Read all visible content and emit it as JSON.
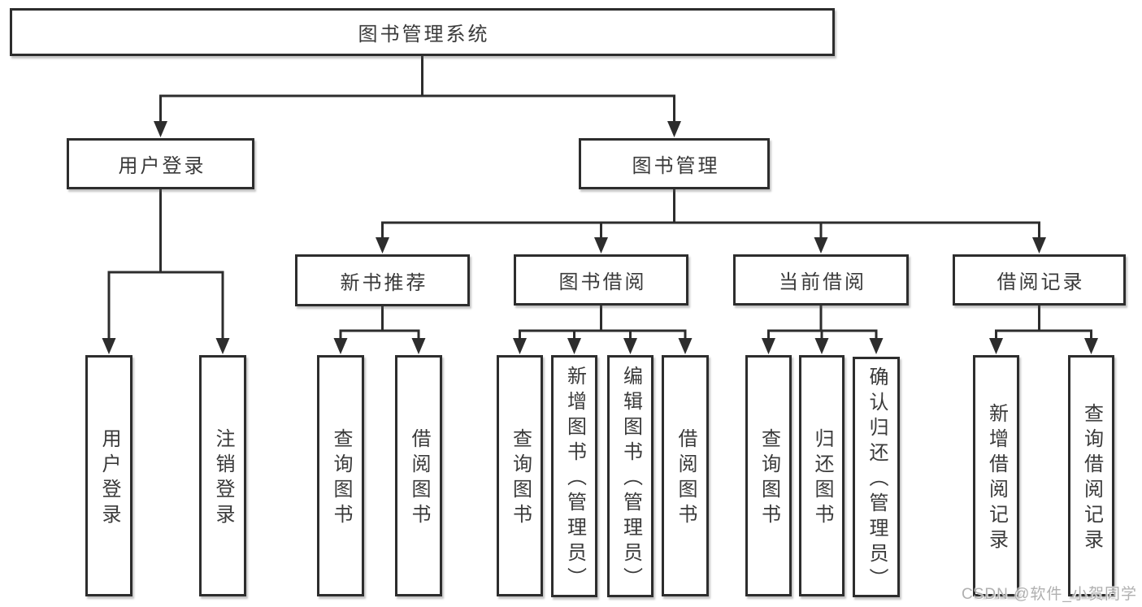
{
  "tree": {
    "label": "图书管理系统",
    "children": [
      {
        "label": "用户登录",
        "children": [
          {
            "label": "用户登录"
          },
          {
            "label": "注销登录"
          }
        ]
      },
      {
        "label": "图书管理",
        "children": [
          {
            "label": "新书推荐",
            "children": [
              {
                "label": "查询图书"
              },
              {
                "label": "借阅图书"
              }
            ]
          },
          {
            "label": "图书借阅",
            "children": [
              {
                "label": "查询图书"
              },
              {
                "label": "新增图书（管理员）"
              },
              {
                "label": "编辑图书（管理员）"
              },
              {
                "label": "借阅图书"
              }
            ]
          },
          {
            "label": "当前借阅",
            "children": [
              {
                "label": "查询图书"
              },
              {
                "label": "归还图书"
              },
              {
                "label": "确认归还（管理员）"
              }
            ]
          },
          {
            "label": "借阅记录",
            "children": [
              {
                "label": "新增借阅记录"
              },
              {
                "label": "查询借阅记录"
              }
            ]
          }
        ]
      }
    ]
  },
  "watermark": {
    "text": "CSDN @软件_小贺同学"
  },
  "colors": {
    "line": "#2d2d2d",
    "box_border": "#2d2d2d",
    "box_bg": "#ffffff",
    "text": "#3a3a3a",
    "watermark": "#b0b0b0"
  }
}
